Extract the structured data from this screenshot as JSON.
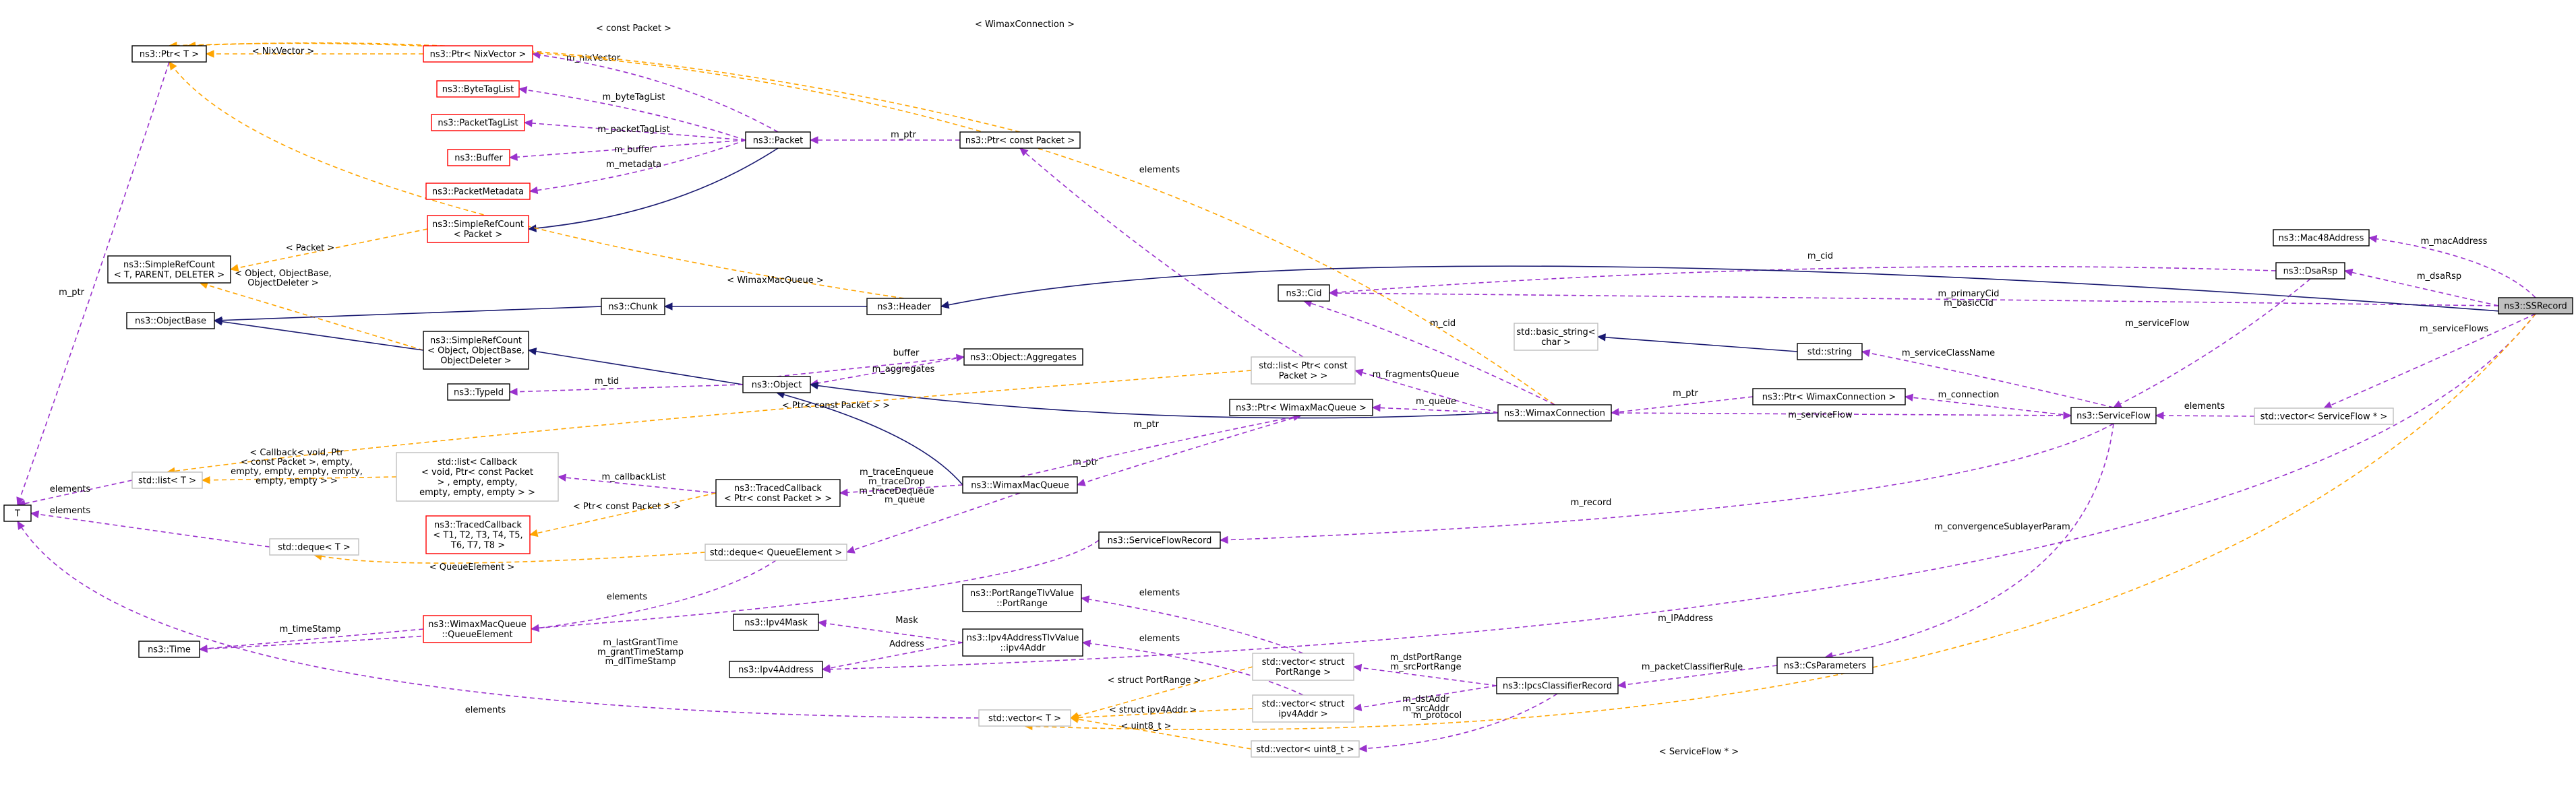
{
  "nodes": {
    "ptr_t": "ns3::Ptr< T >",
    "ptr_nixvector": "ns3::Ptr< NixVector >",
    "bytetaglist": "ns3::ByteTagList",
    "packettaglist": "ns3::PacketTagList",
    "buffer": "ns3::Buffer",
    "packetmetadata": "ns3::PacketMetadata",
    "simplerefcount_packet": [
      "ns3::SimpleRefCount",
      "< Packet >"
    ],
    "simplerefcount_t": [
      "ns3::SimpleRefCount",
      "< T, PARENT, DELETER >"
    ],
    "objectbase": "ns3::ObjectBase",
    "chunk": "ns3::Chunk",
    "header": "ns3::Header",
    "simplerefcount_object": [
      "ns3::SimpleRefCount",
      "< Object, ObjectBase,",
      "ObjectDeleter >"
    ],
    "typeid": "ns3::TypeId",
    "object": "ns3::Object",
    "aggregates": "ns3::Object::Aggregates",
    "packet": "ns3::Packet",
    "ptr_const_packet": "ns3::Ptr< const Packet >",
    "list_t": "std::list< T >",
    "list_callback": [
      "std::list< Callback",
      "< void, Ptr< const Packet",
      "> , empty, empty,",
      "empty, empty, empty > >"
    ],
    "tracedcallback_ptr": [
      "ns3::TracedCallback",
      "< Ptr< const Packet > >"
    ],
    "tracedcallback_t": [
      "ns3::TracedCallback",
      "< T1, T2, T3, T4, T5,",
      "T6, T7, T8 >"
    ],
    "t": "T",
    "deque_t": "std::deque< T >",
    "deque_queueelement": "std::deque< QueueElement >",
    "wimaxmacqueue": "ns3::WimaxMacQueue",
    "queueelement": [
      "ns3::WimaxMacQueue",
      "::QueueElement"
    ],
    "time": "ns3::Time",
    "ipv4mask": "ns3::Ipv4Mask",
    "ipv4address": "ns3::Ipv4Address",
    "ipv4tlv": [
      "ns3::Ipv4AddressTlvValue",
      "::ipv4Addr"
    ],
    "portrangetlv": [
      "ns3::PortRangeTlvValue",
      "::PortRange"
    ],
    "list_const_packet": [
      "std::list< Ptr< const",
      "Packet > >"
    ],
    "ptr_wimaxmacqueue": "ns3::Ptr< WimaxMacQueue >",
    "wimaxconnection": "ns3::WimaxConnection",
    "serviceflowrecord": "ns3::ServiceFlowRecord",
    "vector_t": "std::vector< T >",
    "vector_portrange": [
      "std::vector< struct",
      "PortRange >"
    ],
    "vector_ipv4addr": [
      "std::vector< struct",
      "ipv4Addr >"
    ],
    "vector_uint8": "std::vector< uint8_t >",
    "ipcsclassifierrecord": "ns3::IpcsClassifierRecord",
    "csparameters": "ns3::CsParameters",
    "basic_string": [
      "std::basic_string<",
      "char >"
    ],
    "string": "std::string",
    "ptr_wimaxconnection": "ns3::Ptr< WimaxConnection >",
    "serviceflow": "ns3::ServiceFlow",
    "cid": "ns3::Cid",
    "dsarsp": "ns3::DsaRsp",
    "mac48address": "ns3::Mac48Address",
    "ssrecord": "ns3::SSRecord",
    "vector_serviceflow": "std::vector< ServiceFlow * >"
  },
  "edge_labels": {
    "l1": "< WimaxConnection >",
    "l2": "< const Packet >",
    "l3": "< NixVector >",
    "l4": "m_nixVector",
    "l5": "m_byteTagList",
    "l6": "m_packetTagList",
    "l7": "m_buffer",
    "l8": "m_metadata",
    "l9": "m_ptr",
    "l10": "< Packet >",
    "l11": [
      "< Object, ObjectBase,",
      "ObjectDeleter >"
    ],
    "l12": "< WimaxMacQueue >",
    "l13": "buffer",
    "l14": "m_aggregates",
    "l15": "m_tid",
    "l16": "< Ptr< const Packet > >",
    "l17": [
      "< Callback< void, Ptr",
      "< const Packet >, empty,",
      "empty, empty, empty, empty,",
      "empty, empty > >"
    ],
    "l18": "m_callbackList",
    "l19": [
      "m_traceEnqueue",
      "m_traceDrop",
      "m_traceDequeue"
    ],
    "l20": "m_queue",
    "l21": "m_ptr",
    "l22": "m_ptr",
    "l23": "elements",
    "l24": "elements",
    "l25": "m_ptr",
    "l26": "< QueueElement >",
    "l27": "elements",
    "l28": "m_timeStamp",
    "l29": [
      "m_lastGrantTime",
      "m_grantTimeStamp",
      "m_dlTimeStamp"
    ],
    "l30": "Mask",
    "l31": "Address",
    "l32": "elements",
    "l33": "elements",
    "l34": "elements",
    "l35": "< struct PortRange >",
    "l36": "< struct ipv4Addr >",
    "l37": "< uint8_t >",
    "l38": [
      "m_dstPortRange",
      "m_srcPortRange"
    ],
    "l39": [
      "m_dstAddr",
      "m_srcAddr"
    ],
    "l40": "m_protocol",
    "l41": "m_packetClassifierRule",
    "l42": "m_convergenceSublayerParam",
    "l43": "m_record",
    "l44": "m_IPAddress",
    "l45": "< ServiceFlow * >",
    "l46": "m_fragmentsQueue",
    "l47": "m_queue",
    "l48": "m_cid",
    "l49": "m_ptr",
    "l50": "m_serviceFlow",
    "l51": "m_connection",
    "l52": "m_serviceClassName",
    "l53": "m_serviceFlow",
    "l54": "elements",
    "l55": "m_cid",
    "l56": [
      "m_primaryCid",
      "m_basicCid"
    ],
    "l57": "m_dsaRsp",
    "l58": "m_macAddress",
    "l59": "m_serviceFlows",
    "l60": "m_ptr"
  },
  "colors": {
    "usage_edge": "#9a32cd",
    "template_edge": "#ffa500",
    "inheritance_edge": "#191970",
    "undocumented_border": "#ff0000",
    "external_border": "#bfbfbf",
    "focus_fill": "#bfbfbf"
  }
}
